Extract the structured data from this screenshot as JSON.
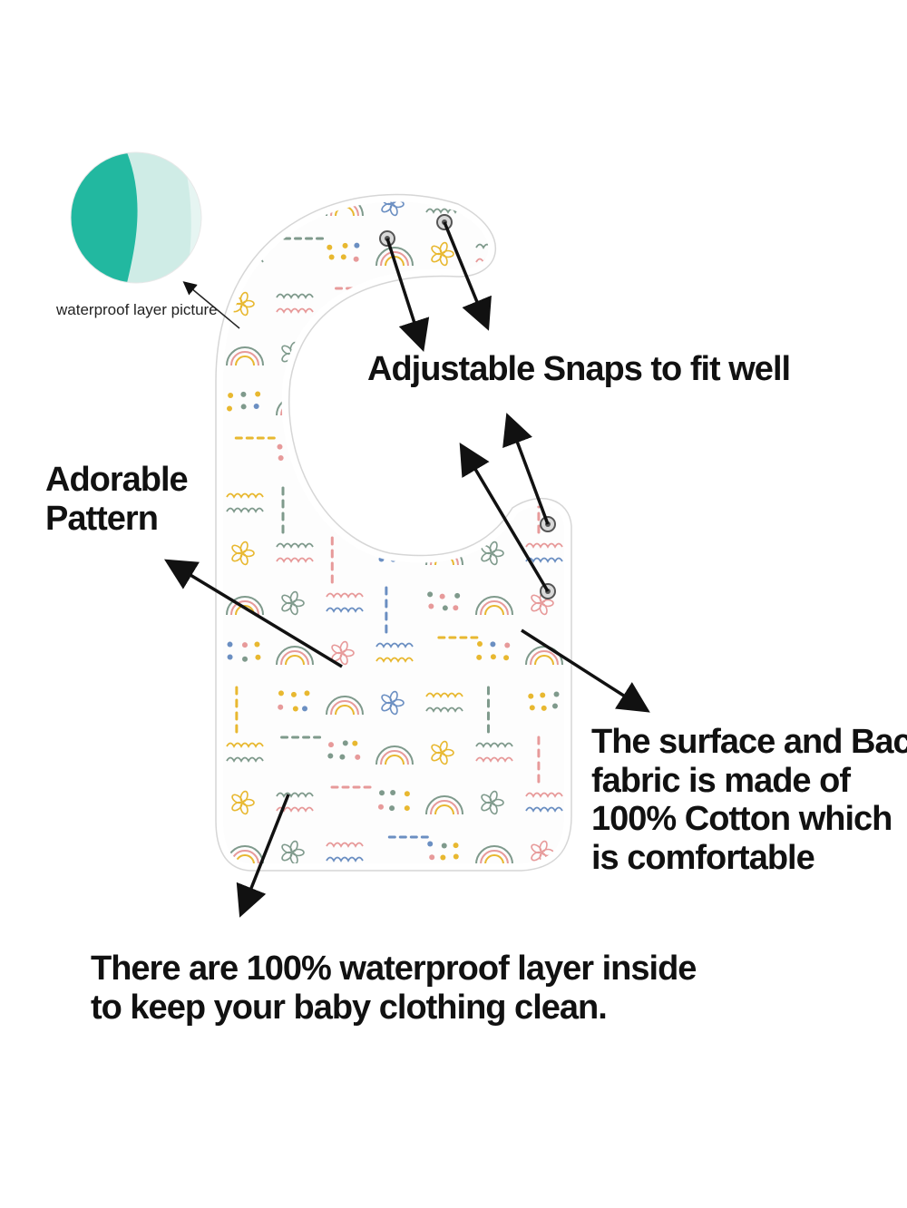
{
  "labels": {
    "snaps": "Adjustable Snaps to fit well",
    "pattern": [
      "Adorable",
      "Pattern"
    ],
    "cotton": [
      "The surface and Back",
      "fabric is made of",
      "100% Cotton which",
      "is comfortable"
    ],
    "waterproof": [
      "There are 100% waterproof layer inside",
      "to keep your baby clothing  clean."
    ],
    "waterproof_picture": "waterproof layer picture"
  },
  "colors": {
    "background": "#ffffff",
    "waterproof_layer": "#22b8a0",
    "bib_edge": "#ffffff",
    "pattern_yellow": "#e8b830",
    "pattern_gray_green": "#7f9a8c",
    "pattern_pink": "#e79a9a",
    "pattern_blue": "#6b8fc2"
  }
}
